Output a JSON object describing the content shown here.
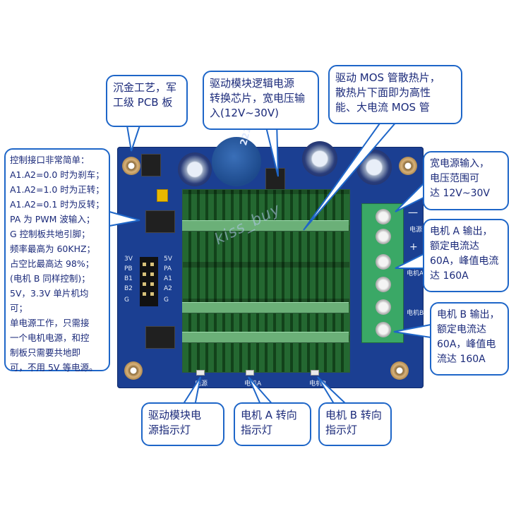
{
  "callouts": {
    "pcb": "沉金工艺，军\n工级 PCB 板",
    "logic_power": "驱动模块逻辑电源\n转换芯片，宽电压输\n入(12V~30V)",
    "mos": "驱动  MOS  管散热片，\n散热片下面即为高性\n能、大电流 MOS 管",
    "control": "控制接口非常简单：\nA1.A2=0.0 时为刹车；\nA1.A2=1.0 时为正转；\nA1.A2=0.1 时为反转；\nPA 为 PWM 波输入；\nG 控制板共地引脚；\n频率最高为 60KHZ；\n占空比最高达 98%；\n(电机  B  同样控制)；\n5V，3.3V 单片机均可；\n单电源工作，只需接\n一个电机电源，和控\n制板只需要共地即\n可，不用 5V 等电源。",
    "power_input": "宽电源输入，\n电压范围可\n达 12V~30V",
    "motor_a": "电机 A 输出，\n额定电流达\n60A，峰值电流\n达 160A",
    "motor_b": "电机 B 输出，\n额定电流达\n60A，峰值电\n流达 160A",
    "led_power": "驱动模块电\n源指示灯",
    "led_a": "电机 A 转向\n指示灯",
    "led_b": "电机 B 转向\n指示灯"
  },
  "board": {
    "buzzer_label": "221",
    "header_labels": [
      "5V",
      "PA",
      "A1",
      "A2",
      "G"
    ],
    "header_labels_b": [
      "3V",
      "PB",
      "B1",
      "B2",
      "G"
    ],
    "led_labels": [
      "电源",
      "电机A",
      "电机B"
    ],
    "terminal_labels": [
      "一",
      "电源",
      "+",
      "电机A",
      "电机B"
    ]
  },
  "watermark": "kiss_buy",
  "colors": {
    "pcb": "#1b3f92",
    "heatsink": "#4a8a5a",
    "terminal": "#3aa866",
    "callout_border": "#1e66c8",
    "callout_text": "#1b2a7a"
  }
}
